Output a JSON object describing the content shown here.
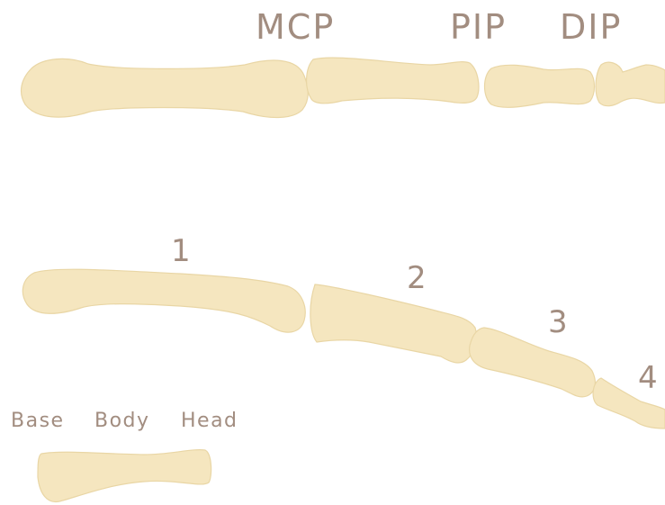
{
  "joints": {
    "mcp": "MCP",
    "pip": "PIP",
    "dip": "DIP"
  },
  "segments": {
    "s1": "1",
    "s2": "2",
    "s3": "3",
    "s4": "4"
  },
  "parts": {
    "base": "Base",
    "body": "Body",
    "head": "Head"
  },
  "colors": {
    "bone": "#f5e6bf",
    "bone_outline": "#e9d6a5",
    "label": "#a28d80",
    "background": "#ffffff"
  }
}
